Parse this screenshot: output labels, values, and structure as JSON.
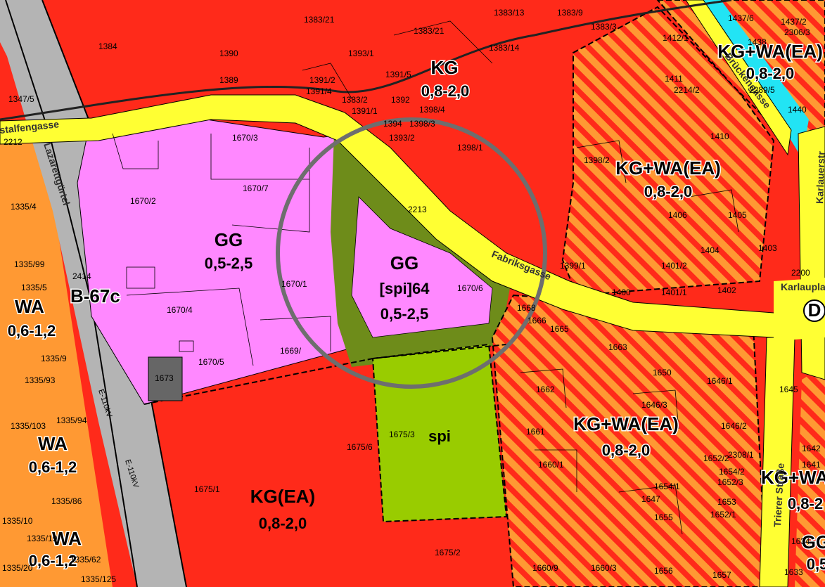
{
  "colors": {
    "core_area_red": "#ff2a1a",
    "mixed_use_orange": "#ff9933",
    "business_pink": "#ff88ff",
    "green_space": "#99cc00",
    "green_space_dark": "#6e8c1a",
    "road_yellow": "#ffff33",
    "highway_grey": "#b4b4b4",
    "water_cyan": "#22e4f4",
    "highlight_circle": "#6e6e6e"
  },
  "zones": [
    {
      "code": "KG",
      "density": "0,8-2,0"
    },
    {
      "code": "KG+WA(EA)",
      "density": "0,8-2,0"
    },
    {
      "code": "KG+WA(EA)",
      "density": "0,8-2,0"
    },
    {
      "code": "KG+WA(EA)",
      "density": "0,8-2,0"
    },
    {
      "code": "GG",
      "density": "0,5-2,5"
    },
    {
      "code": "GG",
      "subcode": "[spi]64",
      "density": "0,5-2,5"
    },
    {
      "code": "spi"
    },
    {
      "code": "KG(EA)",
      "density": "0,8-2,0"
    },
    {
      "code": "WA",
      "density": "0,6-1,2"
    },
    {
      "code": "WA",
      "density": "0,6-1,2"
    },
    {
      "code": "WA",
      "density": "0,6-1,2"
    },
    {
      "code": "KG+WA",
      "density": "0,8-2"
    },
    {
      "code": "GG",
      "density": "0,5"
    }
  ],
  "roads": {
    "highway": "B-67c",
    "lazarettguertel": "Lazarettgürtel",
    "fabriksgasse": "Fabriksgasse",
    "brueckengasse": "Brückengasse",
    "trierer_strasse": "Trierer Straße",
    "karlauplatz": "Karlauplat",
    "karlauer_strasse": "Karlauerstr",
    "west_street": "stalfengasse"
  },
  "power_lines": [
    "E-110kV",
    "E-110kV"
  ],
  "symbols": {
    "d_marker": "D"
  },
  "parcels": {
    "p1383_21a": "1383/21",
    "p1383_13": "1383/13",
    "p1383_9": "1383/9",
    "p1384": "1384",
    "p1390": "1390",
    "p1393_1": "1393/1",
    "p1383_21b": "1383/21",
    "p1383_3": "1383/3",
    "p1383_14": "1383/14",
    "p1389": "1389",
    "p1391_2": "1391/2",
    "p1391_4": "1391/4",
    "p1391_5": "1391/5",
    "p1383_2": "1383/2",
    "p1392": "1392",
    "p1398_4": "1398/4",
    "p1391_1": "1391/1",
    "p1394": "1394",
    "p1398_3": "1398/3",
    "p1393_2": "1393/2",
    "p1398_1": "1398/1",
    "p1347_5": "1347/5",
    "p2212": "2212",
    "p1670_3": "1670/3",
    "p1670_2": "1670/2",
    "p1670_7": "1670/7",
    "p2213": "2213",
    "p1335_4": "1335/4",
    "p1335_99": "1335/99",
    "p2414": "2414",
    "p1335_5": "1335/5",
    "p1670_1": "1670/1",
    "p1670_6": "1670/6",
    "p1670_4": "1670/4",
    "p1669": "1669/",
    "p1673": "1673",
    "p1670_5": "1670/5",
    "p1335_9": "1335/9",
    "p1335_93": "1335/93",
    "p1335_103": "1335/103",
    "p1335_94": "1335/94",
    "p1335_86": "1335/86",
    "p1335_10": "1335/10",
    "p1335_19": "1335/19",
    "p1335_62": "1335/62",
    "p1335_20": "1335/20",
    "p1335_125": "1335/125",
    "p1675_3": "1675/3",
    "p1675_6": "1675/6",
    "p1675_1": "1675/1",
    "p1675_2": "1675/2",
    "p1660_9": "1660/9",
    "p1660_3": "1660/3",
    "p1656": "1656",
    "p1657": "1657",
    "p1437_6": "1437/6",
    "p1437_2": "1437/2",
    "p2306_3": "2306/3",
    "p1412_1": "1412/1",
    "p1438": "1438",
    "p1411": "1411",
    "p2214_2": "2214/2",
    "p2289_5": "2289/5",
    "p1440": "1440",
    "p1410": "1410",
    "p1398_2": "1398/2",
    "p1406": "1406",
    "p1405": "1405",
    "p1404": "1404",
    "p1403": "1403",
    "p1399_1": "1399/1",
    "p1401_2": "1401/2",
    "p1400": "1400",
    "p1401_1": "1401/1",
    "p1402": "1402",
    "p2200": "2200",
    "p1668": "1668",
    "p1666": "1666",
    "p1665": "1665",
    "p1663": "1663",
    "p1650": "1650",
    "p1646_1": "1646/1",
    "p1645": "1645",
    "p1662": "1662",
    "p1646_3": "1646/3",
    "p1661": "1661",
    "p1646_2": "1646/2",
    "p1660_1": "1660/1",
    "p1652_2": "1652/2",
    "p2308_1": "2308/1",
    "p1654_2": "1654/2",
    "p1652_3": "1652/3",
    "p1654_1": "1654/1",
    "p1647": "1647",
    "p1653": "1653",
    "p1655": "1655",
    "p1652_1": "1652/1",
    "p1634": "1634",
    "p1633": "1633",
    "p1642": "1642",
    "p1641": "1641"
  }
}
